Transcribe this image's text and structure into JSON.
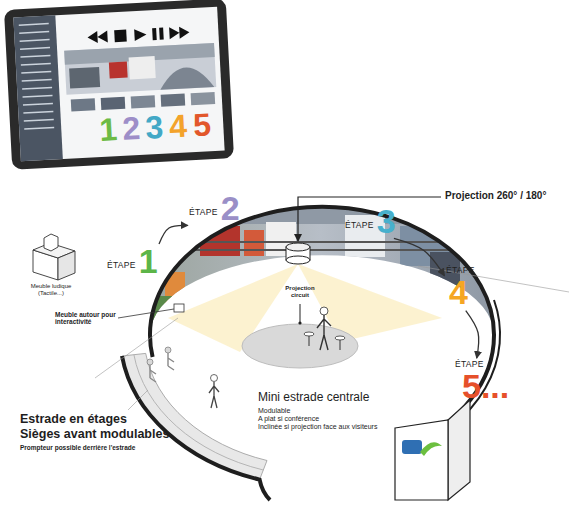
{
  "diagram": {
    "nodes": [
      {
        "text": [
          "1",
          "2",
          "3",
          "4",
          "5"
        ]
      },
      {
        "text": [
          "ÉTAPE",
          "1"
        ]
      },
      {
        "text": [
          "ÉTAPE",
          "2"
        ]
      },
      {
        "text": [
          "ÉTAPE",
          "3"
        ]
      },
      {
        "text": [
          "ÉTAPE",
          "4"
        ]
      },
      {
        "text": [
          "ÉTAPE",
          "5..."
        ]
      }
    ],
    "edges": [
      {
        "from": 1,
        "to": 2,
        "arrow": "to"
      },
      {
        "from": 3,
        "to": 4,
        "arrow": "to"
      },
      {
        "from": 4,
        "to": 5,
        "arrow": "to"
      }
    ],
    "labels": [
      "Projection 260° / 180°",
      "Meuble ludique (Tactile...)",
      "Meuble autour pour interactivité",
      "Projection circuit",
      "Mini estrade centrale",
      "Modulable",
      "A plat si conférence",
      "Inclinée si projection face aux visiteurs",
      "Estrade en étages",
      "Sièges avant modulables",
      "Prompteur possible derrière l'estrade"
    ]
  }
}
